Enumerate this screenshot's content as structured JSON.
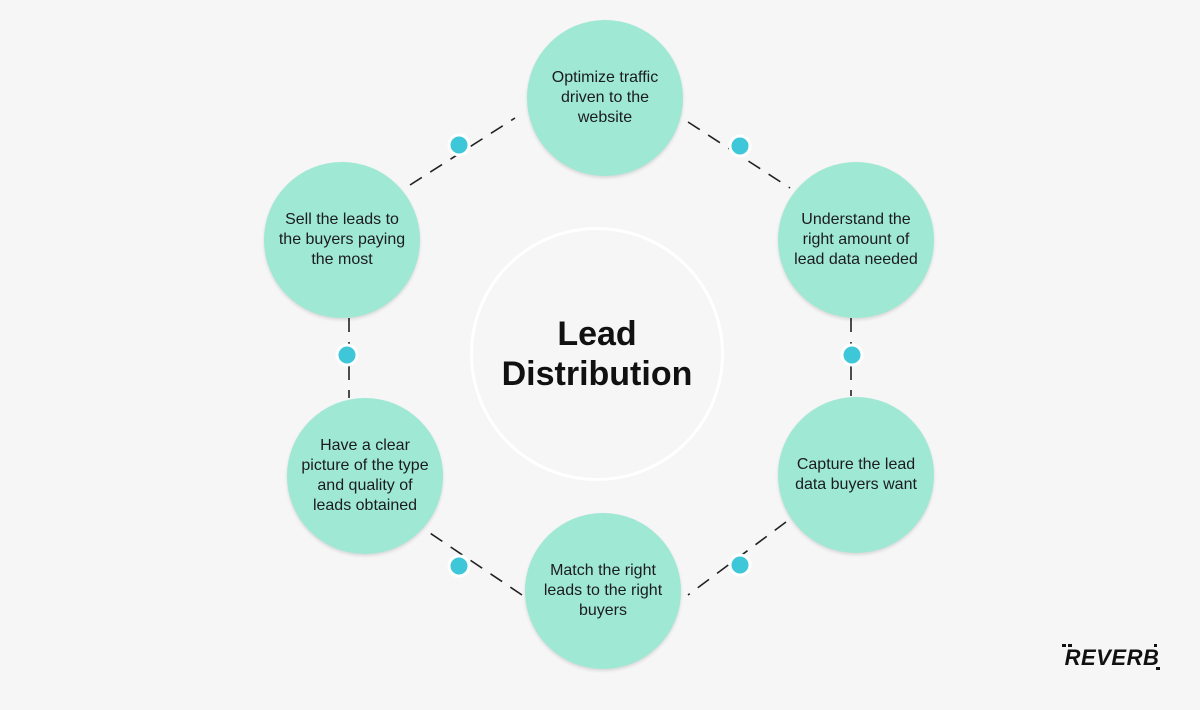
{
  "diagram": {
    "title": "Lead\nDistribution",
    "title_lines": [
      "Lead",
      "Distribution"
    ],
    "steps": [
      {
        "label": "Optimize traffic driven to the website"
      },
      {
        "label": "Understand the right amount of lead data needed"
      },
      {
        "label": "Capture the lead data buyers want"
      },
      {
        "label": "Match the right leads to the right buyers"
      },
      {
        "label": "Have a clear picture of the type and quality of leads obtained"
      },
      {
        "label": "Sell the leads to the buyers paying the most"
      }
    ]
  },
  "brand": {
    "logo_text": "REVERB"
  },
  "colors": {
    "background": "#f6f6f6",
    "step_fill": "#9ee8d4",
    "node_dot": "#3ec7d8",
    "node_ring": "#ffffff",
    "connector": "#222222",
    "center_ring": "#ffffff",
    "title_text": "#111111"
  }
}
